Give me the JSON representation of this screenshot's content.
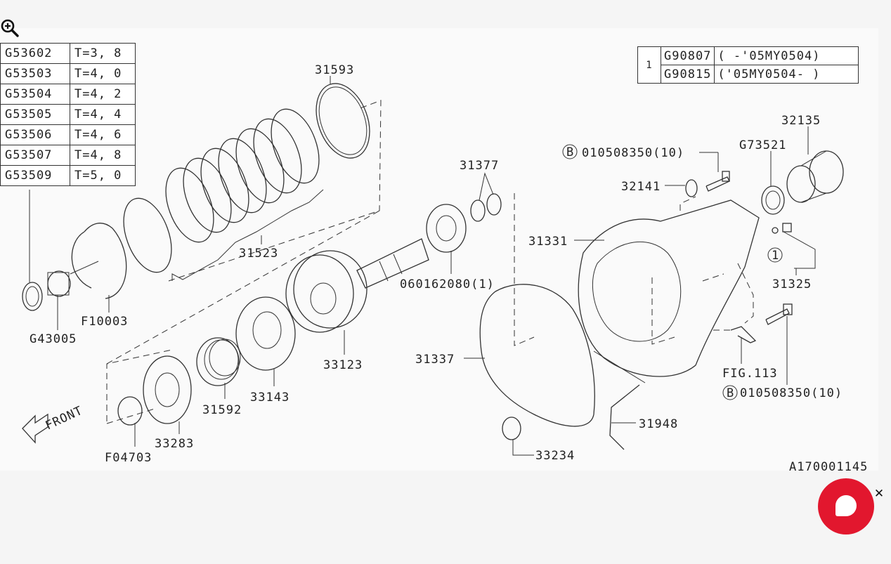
{
  "thickness_table": [
    {
      "code": "G53602",
      "value": "T=3, 8"
    },
    {
      "code": "G53503",
      "value": "T=4, 0"
    },
    {
      "code": "G53504",
      "value": "T=4, 2"
    },
    {
      "code": "G53505",
      "value": "T=4, 4"
    },
    {
      "code": "G53506",
      "value": "T=4, 6"
    },
    {
      "code": "G53507",
      "value": "T=4, 8"
    },
    {
      "code": "G53509",
      "value": "T=5, 0"
    }
  ],
  "model_table": {
    "marker": "1",
    "rows": [
      {
        "code": "G90807",
        "range": "(      -'05MY0504)"
      },
      {
        "code": "G90815",
        "range": "('05MY0504-      )"
      }
    ]
  },
  "labels": {
    "p31593": "31593",
    "p31523": "31523",
    "p31377": "31377",
    "p060162080": "060162080(1)",
    "p31331": "31331",
    "p32141": "32141",
    "p010508350_top": "010508350(10)",
    "p010508350_bottom": "010508350(10)",
    "p32135": "32135",
    "pG73521": "G73521",
    "p31325": "31325",
    "pF10003": "F10003",
    "pG43005": "G43005",
    "p33123": "33123",
    "p31337": "31337",
    "p33143": "33143",
    "p31592": "31592",
    "p33283": "33283",
    "pF04703": "F04703",
    "p31948": "31948",
    "p33234": "33234",
    "fig113": "FIG.113",
    "front": "FRONT",
    "marker_b": "B",
    "marker_1": "1",
    "figure_id": "A170001145"
  },
  "icons": {
    "zoom": "zoom-in-icon",
    "chat": "chat-bubble-icon",
    "close": "close-icon"
  },
  "colors": {
    "chat_button": "#e2172e"
  }
}
